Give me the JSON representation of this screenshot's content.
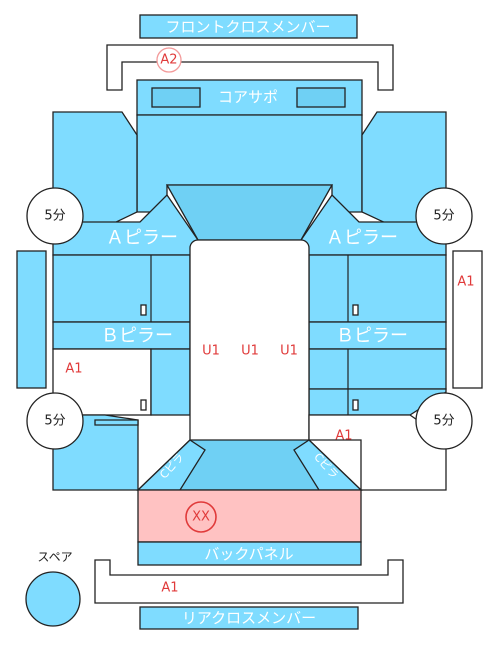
{
  "parts": {
    "front_cross_member": "フロントクロスメンバー",
    "core_support": "コアサポ",
    "a_pillar_left": "Ａピラー",
    "a_pillar_right": "Ａピラー",
    "b_pillar_left": "Ｂピラー",
    "b_pillar_right": "Ｂピラー",
    "back_panel": "バックパネル",
    "rear_cross_member": "リアクロスメンバー",
    "c_pillar_left": "Cピラ",
    "c_pillar_right": "Cピラ"
  },
  "codes": {
    "front": "A2",
    "right_side": "A1",
    "left_mid": "A1",
    "right_lower": "A1",
    "rear": "A1",
    "roof": [
      "U1",
      "U1",
      "U1"
    ],
    "trunk": "XX"
  },
  "timers": {
    "front_left": "5分",
    "front_right": "5分",
    "rear_left": "5分",
    "rear_right": "5分"
  },
  "spare": {
    "label": "スペア"
  },
  "colors": {
    "part": "#7fdcff",
    "damage": "#ffc2c2",
    "code": "#e03a3a"
  }
}
